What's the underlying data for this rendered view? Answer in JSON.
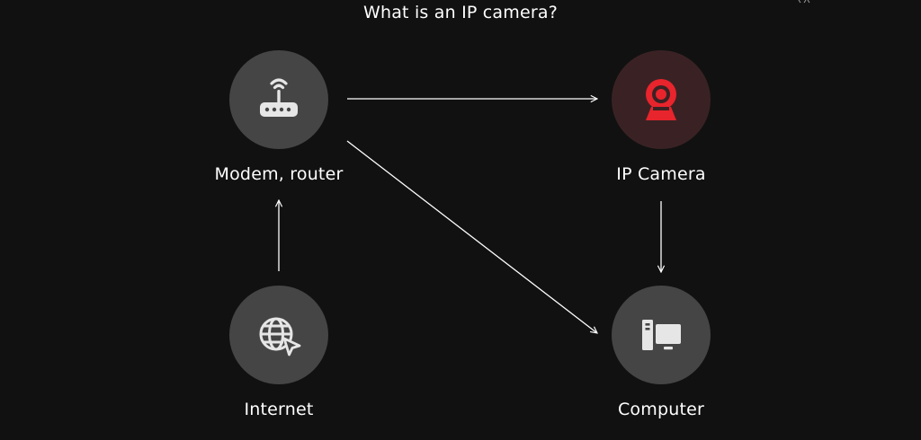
{
  "diagram": {
    "title": "What is an IP camera?",
    "nodes": [
      {
        "id": "modem",
        "label": "Modem, router",
        "icon": "router-icon"
      },
      {
        "id": "camera",
        "label": "IP Camera",
        "icon": "ip-camera-icon"
      },
      {
        "id": "internet",
        "label": "Internet",
        "icon": "globe-cursor-icon"
      },
      {
        "id": "computer",
        "label": "Computer",
        "icon": "computer-icon"
      }
    ],
    "edges": [
      {
        "from": "internet",
        "to": "modem"
      },
      {
        "from": "modem",
        "to": "camera"
      },
      {
        "from": "modem",
        "to": "computer"
      },
      {
        "from": "camera",
        "to": "computer"
      }
    ],
    "colors": {
      "background": "#111111",
      "node": "#454545",
      "camera_node": "#3a2224",
      "accent": "#e8242c",
      "icon": "#e6e6e6",
      "text": "#ffffff"
    }
  }
}
